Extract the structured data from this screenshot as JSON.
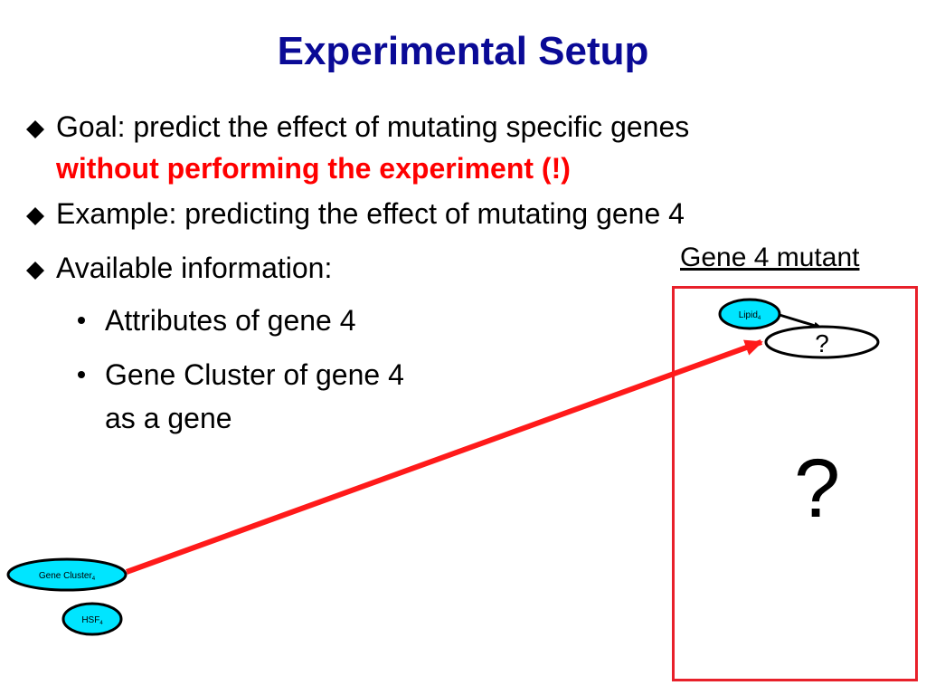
{
  "title": "Experimental Setup",
  "bullets": {
    "goal_line1": "Goal: predict the effect of mutating specific genes",
    "goal_line2": "without performing the experiment (!)",
    "example": "Example: predicting the effect of mutating gene 4",
    "available": "Available information:"
  },
  "sub_bullets": {
    "attributes": "Attributes of gene 4",
    "cluster_line1": "Gene Cluster of gene 4",
    "cluster_line2": "as a gene"
  },
  "mutant": {
    "label": "Gene 4 mutant",
    "unknown_node": "?",
    "big_question": "?"
  },
  "nodes": {
    "lipid": "Lipid",
    "lipid_sub": "4",
    "gene_cluster": "Gene Cluster",
    "gene_cluster_sub": "4",
    "hsf": "HSF",
    "hsf_sub": "4"
  },
  "colors": {
    "title": "#0a0a96",
    "emphasis": "#ff0000",
    "node_fill": "#00e5ff",
    "arrow": "#ff1a1a",
    "box_border": "#e8202a"
  }
}
